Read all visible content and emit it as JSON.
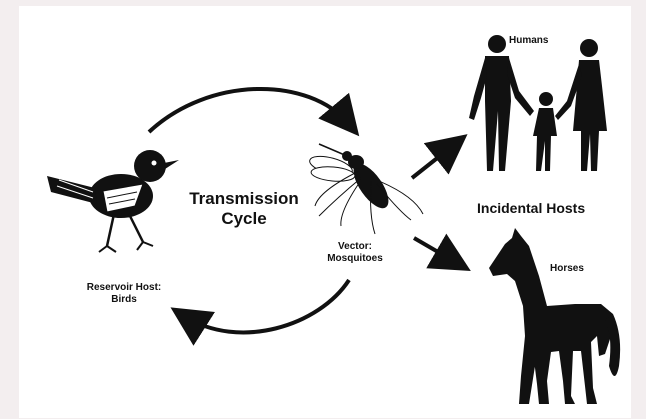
{
  "diagram": {
    "title": "Transmission\nCycle",
    "vector_label": "Vector:\nMosquitoes",
    "reservoir_label": "Reservoir Host:\nBirds",
    "humans_label": "Humans",
    "incidental_label": "Incidental Hosts",
    "horses_label": "Horses"
  },
  "colors": {
    "background": "#f3eeef",
    "canvas": "#ffffff",
    "ink": "#111111"
  }
}
